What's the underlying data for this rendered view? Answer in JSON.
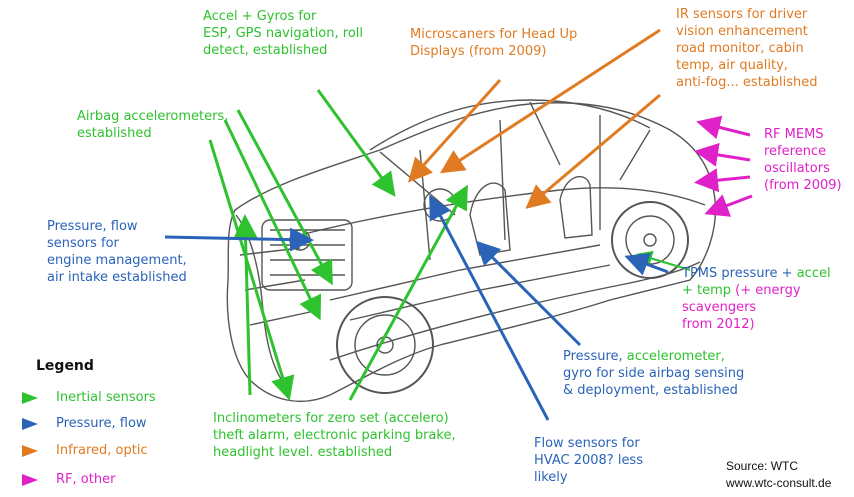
{
  "labels": {
    "accel_gyros": [
      "Accel + Gyros for",
      "ESP, GPS navigation, roll",
      "detect, established"
    ],
    "microscanners": [
      "Microscaners for Head Up",
      "Displays (from 2009)"
    ],
    "ir_sensors": [
      "IR sensors for driver",
      "vision enhancement",
      "road monitor, cabin",
      "temp, air quality,",
      "anti-fog... established"
    ],
    "airbag": [
      "Airbag accelerometers,",
      "established"
    ],
    "rf_mems": [
      "RF MEMS",
      "reference",
      "oscillators",
      "(from 2009)"
    ],
    "pressure_flow": [
      "Pressure, flow",
      "sensors for",
      "engine management,",
      "air intake established"
    ],
    "tpms": {
      "line1_blue": "TPMS pressure + ",
      "line1_green": "accel",
      "line2_green": "+ temp",
      "line2_magenta": " (+ energy",
      "line3": "scavengers",
      "line4": "from 2012)"
    },
    "side_airbag": {
      "line1_blue": "Pressure, ",
      "line1_green": "accelerometer,",
      "line2": "gyro for side airbag sensing",
      "line3": "& deployment, established"
    },
    "inclinometers": [
      "Inclinometers for zero set (accelero)",
      "theft alarm, electronic parking brake,",
      "headlight level. established"
    ],
    "flow_hvac": [
      "Flow sensors for",
      "HVAC 2008? less",
      "likely"
    ]
  },
  "legend": {
    "title": "Legend",
    "items": [
      {
        "label": "Inertial sensors",
        "color": "#2ec22e"
      },
      {
        "label": "Pressure, flow",
        "color": "#2a63b8"
      },
      {
        "label": "Infrared, optic",
        "color": "#e07b22"
      },
      {
        "label": "RF, other",
        "color": "#e020c8"
      }
    ]
  },
  "source": {
    "line1": "Source: WTC",
    "line2": "www.wtc-consult.de"
  },
  "colors": {
    "inertial": "#2ec22e",
    "pressure": "#2a63b8",
    "infrared": "#e07b22",
    "rf": "#e020c8",
    "car_line": "#555555"
  },
  "illustration": {
    "subject": "cutaway-car-line-drawing"
  }
}
